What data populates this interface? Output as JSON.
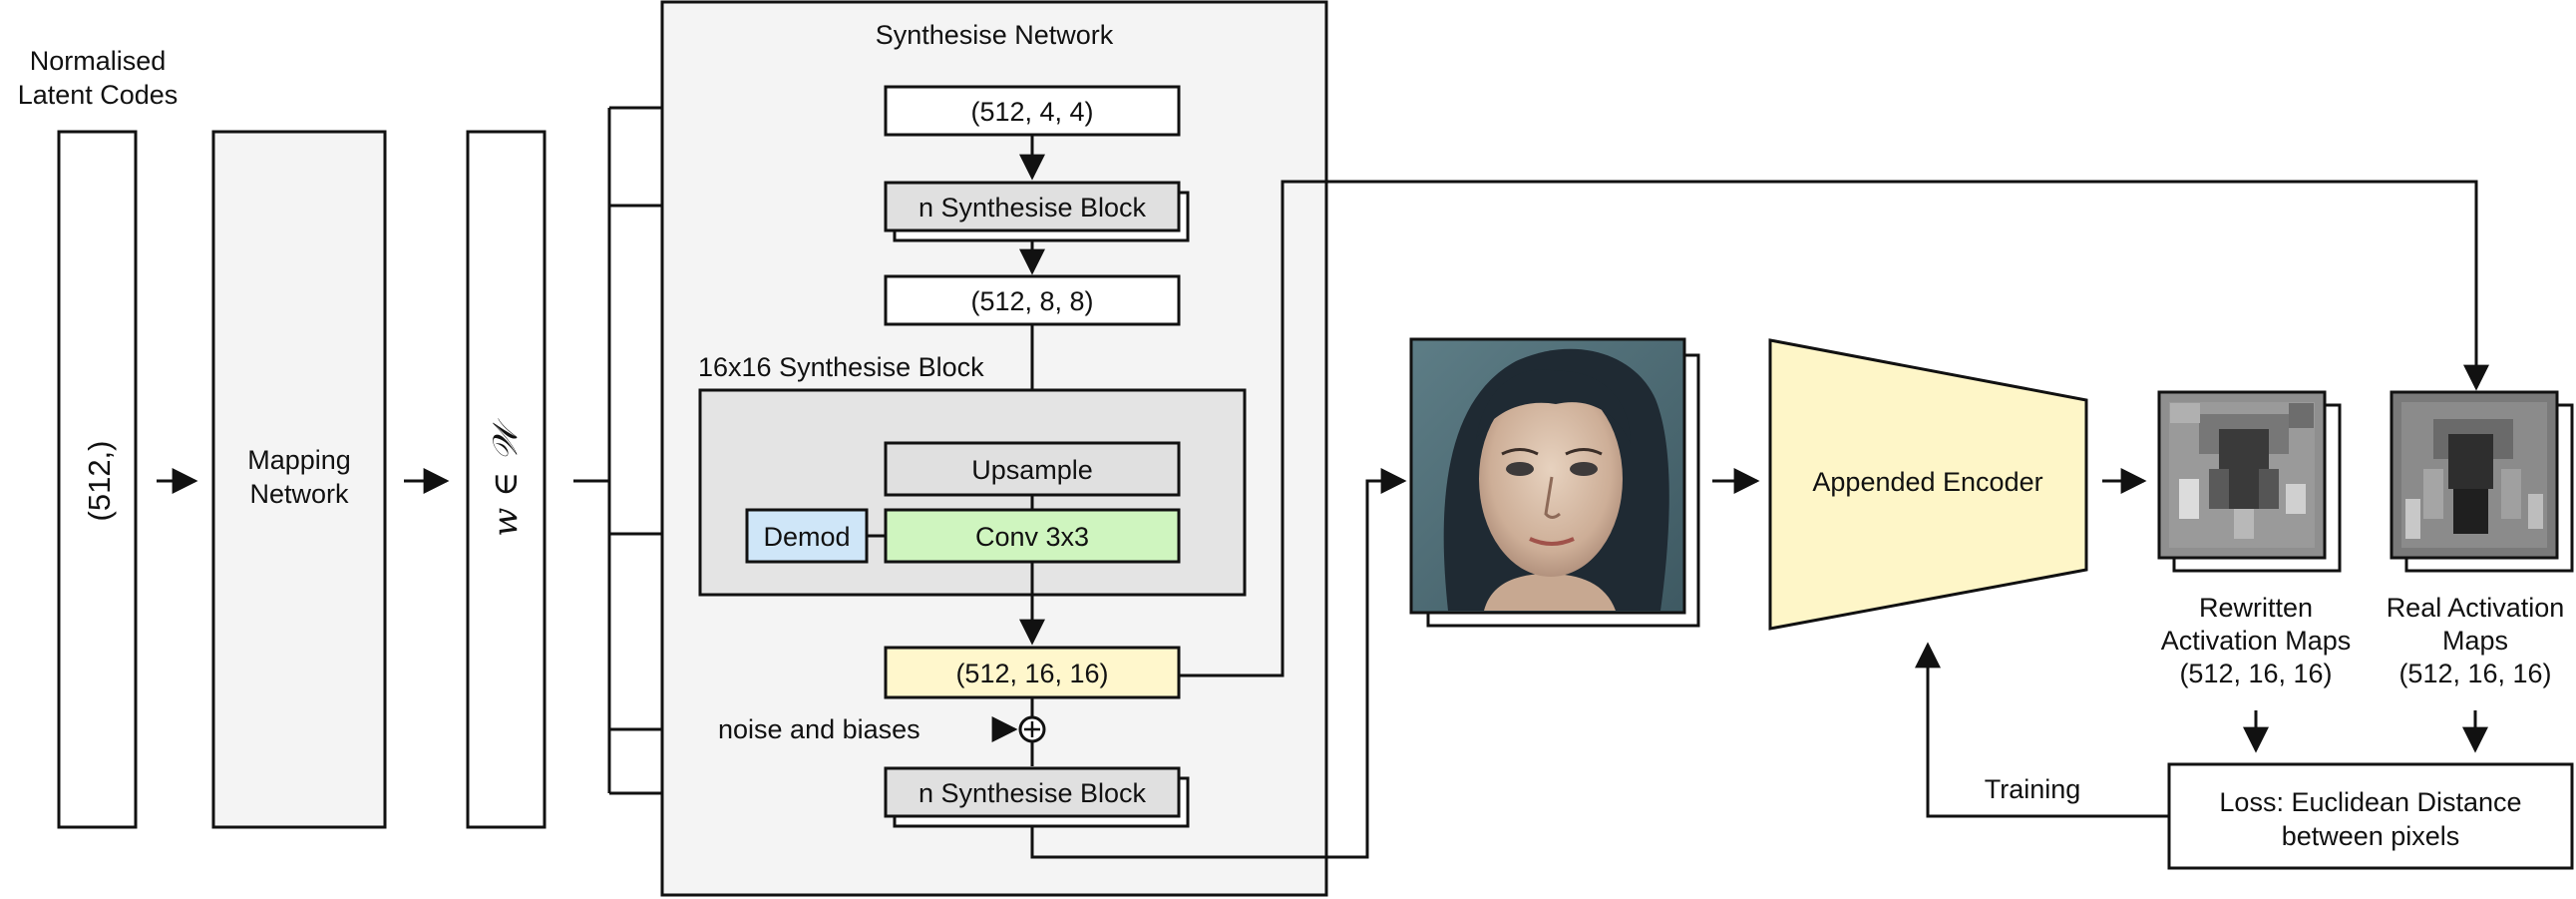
{
  "latent": {
    "caption_line1": "Normalised",
    "caption_line2": "Latent Codes",
    "shape": "(512,)"
  },
  "mapping": {
    "line1": "Mapping",
    "line2": "Network"
  },
  "w_space": {
    "label": "w ∈ 𝒲"
  },
  "synth": {
    "title": "Synthesise Network",
    "const_block": "(512, 4, 4)",
    "n_block_top": "n Synthesise Block",
    "out_8": "(512, 8, 8)",
    "block16_title": "16x16 Synthesise Block",
    "upsample": "Upsample",
    "demod": "Demod",
    "conv": "Conv 3x3",
    "out_16": "(512, 16, 16)",
    "noise": "noise and biases",
    "n_block_bottom": "n Synthesise Block"
  },
  "encoder": {
    "label": "Appended Encoder"
  },
  "rewritten": {
    "line1": "Rewritten",
    "line2": "Activation Maps",
    "shape": "(512, 16, 16)"
  },
  "real": {
    "line1": "Real Activation",
    "line2": "Maps",
    "shape": "(512, 16, 16)"
  },
  "loss": {
    "line1": "Loss: Euclidean Distance",
    "line2": "between pixels"
  },
  "training": {
    "label": "Training"
  },
  "colors": {
    "panel_bg": "#f4f4f4",
    "box_grey": "#e0e0e0",
    "demod_blue": "#cfe6f8",
    "conv_green": "#cff5bf",
    "out_yellow": "#fff7cc",
    "encoder_yellow": "#fef6c8"
  }
}
